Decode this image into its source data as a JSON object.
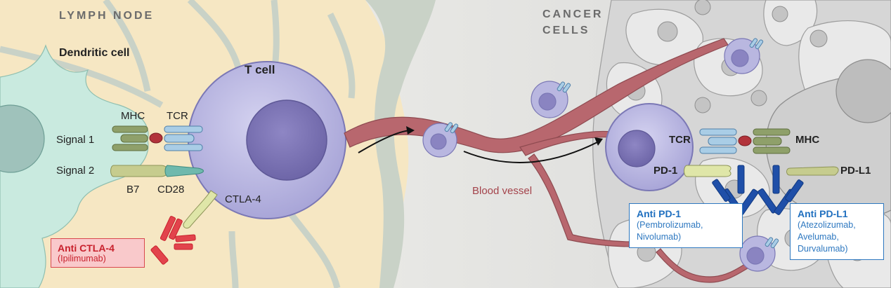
{
  "regions": {
    "lymph_node": "LYMPH NODE",
    "cancer_cells_line1": "CANCER",
    "cancer_cells_line2": "CELLS"
  },
  "cells": {
    "dendritic": "Dendritic cell",
    "t_cell": "T cell"
  },
  "molecules": {
    "mhc_left": "MHC",
    "tcr_left": "TCR",
    "signal1": "Signal 1",
    "signal2": "Signal 2",
    "b7": "B7",
    "cd28": "CD28",
    "ctla4": "CTLA-4",
    "tcr_right": "TCR",
    "mhc_right": "MHC",
    "pd1": "PD-1",
    "pdl1": "PD-L1"
  },
  "vessel": "Blood vessel",
  "drugs": {
    "ctla4": {
      "title": "Anti CTLA-4",
      "names": "(Ipilimumab)"
    },
    "pd1": {
      "title": "Anti PD-1",
      "line1": "(Pembrolizumab,",
      "line2": "Nivolumab)"
    },
    "pdl1": {
      "title": "Anti PD-L1",
      "line1": "(Atezolizumab,",
      "line2": "Avelumab,",
      "line3": "Durvalumab)"
    }
  },
  "colors": {
    "lymph_bg": "#f6e7c3",
    "dendritic": "#c9eadf",
    "t_cell": "#b9b7e0",
    "vessel": "#b8676e",
    "cancer_bg": "#d9d9d9",
    "antibody_blue": "#1f4fa8",
    "antibody_red": "#e2434c"
  }
}
